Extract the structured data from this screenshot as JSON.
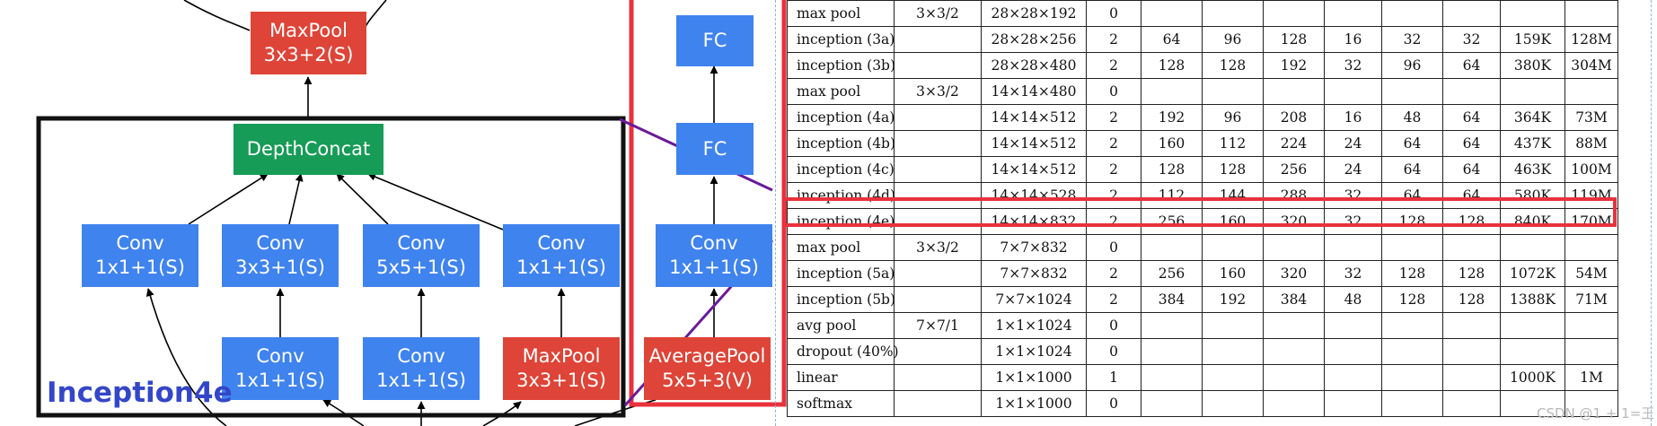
{
  "diagram": {
    "nodes": {
      "maxpool_top": [
        "MaxPool",
        "3x3+2(S)"
      ],
      "depthconcat": [
        "DepthConcat"
      ],
      "conv_1x1_a": [
        "Conv",
        "1x1+1(S)"
      ],
      "conv_3x3": [
        "Conv",
        "3x3+1(S)"
      ],
      "conv_5x5": [
        "Conv",
        "5x5+1(S)"
      ],
      "conv_1x1_b": [
        "Conv",
        "1x1+1(S)"
      ],
      "conv_1x1_reduce3": [
        "Conv",
        "1x1+1(S)"
      ],
      "conv_1x1_reduce5": [
        "Conv",
        "1x1+1(S)"
      ],
      "maxpool_3x3": [
        "MaxPool",
        "3x3+1(S)"
      ],
      "fc_top": [
        "FC"
      ],
      "fc_mid": [
        "FC"
      ],
      "conv_aux": [
        "Conv",
        "1x1+1(S)"
      ],
      "avgpool_aux": [
        "AveragePool",
        "5x5+3(V)"
      ]
    },
    "module_label": "Inception4e",
    "colors": {
      "conv": "#3f83ee",
      "pool": "#de4437",
      "concat": "#169c56",
      "frame": "#111111",
      "aux_frame": "#e8323c",
      "connector": "#6a1b9a",
      "label": "#3446c8"
    }
  },
  "table": {
    "rows": [
      [
        "max pool",
        "3×3/2",
        "28×28×192",
        "0",
        "",
        "",
        "",
        "",
        "",
        "",
        "",
        ""
      ],
      [
        "inception (3a)",
        "",
        "28×28×256",
        "2",
        "64",
        "96",
        "128",
        "16",
        "32",
        "32",
        "159K",
        "128M"
      ],
      [
        "inception (3b)",
        "",
        "28×28×480",
        "2",
        "128",
        "128",
        "192",
        "32",
        "96",
        "64",
        "380K",
        "304M"
      ],
      [
        "max pool",
        "3×3/2",
        "14×14×480",
        "0",
        "",
        "",
        "",
        "",
        "",
        "",
        "",
        ""
      ],
      [
        "inception (4a)",
        "",
        "14×14×512",
        "2",
        "192",
        "96",
        "208",
        "16",
        "48",
        "64",
        "364K",
        "73M"
      ],
      [
        "inception (4b)",
        "",
        "14×14×512",
        "2",
        "160",
        "112",
        "224",
        "24",
        "64",
        "64",
        "437K",
        "88M"
      ],
      [
        "inception (4c)",
        "",
        "14×14×512",
        "2",
        "128",
        "128",
        "256",
        "24",
        "64",
        "64",
        "463K",
        "100M"
      ],
      [
        "inception (4d)",
        "",
        "14×14×528",
        "2",
        "112",
        "144",
        "288",
        "32",
        "64",
        "64",
        "580K",
        "119M"
      ],
      [
        "inception (4e)",
        "",
        "14×14×832",
        "2",
        "256",
        "160",
        "320",
        "32",
        "128",
        "128",
        "840K",
        "170M"
      ],
      [
        "max pool",
        "3×3/2",
        "7×7×832",
        "0",
        "",
        "",
        "",
        "",
        "",
        "",
        "",
        ""
      ],
      [
        "inception (5a)",
        "",
        "7×7×832",
        "2",
        "256",
        "160",
        "320",
        "32",
        "128",
        "128",
        "1072K",
        "54M"
      ],
      [
        "inception (5b)",
        "",
        "7×7×1024",
        "2",
        "384",
        "192",
        "384",
        "48",
        "128",
        "128",
        "1388K",
        "71M"
      ],
      [
        "avg pool",
        "7×7/1",
        "1×1×1024",
        "0",
        "",
        "",
        "",
        "",
        "",
        "",
        "",
        ""
      ],
      [
        "dropout (40%)",
        "",
        "1×1×1024",
        "0",
        "",
        "",
        "",
        "",
        "",
        "",
        "",
        ""
      ],
      [
        "linear",
        "",
        "1×1×1000",
        "1",
        "",
        "",
        "",
        "",
        "",
        "",
        "1000K",
        "1M"
      ],
      [
        "softmax",
        "",
        "1×1×1000",
        "0",
        "",
        "",
        "",
        "",
        "",
        "",
        "",
        ""
      ]
    ],
    "highlighted_row": "inception (4e)"
  },
  "watermark": "CSDN @1 + 1=王"
}
